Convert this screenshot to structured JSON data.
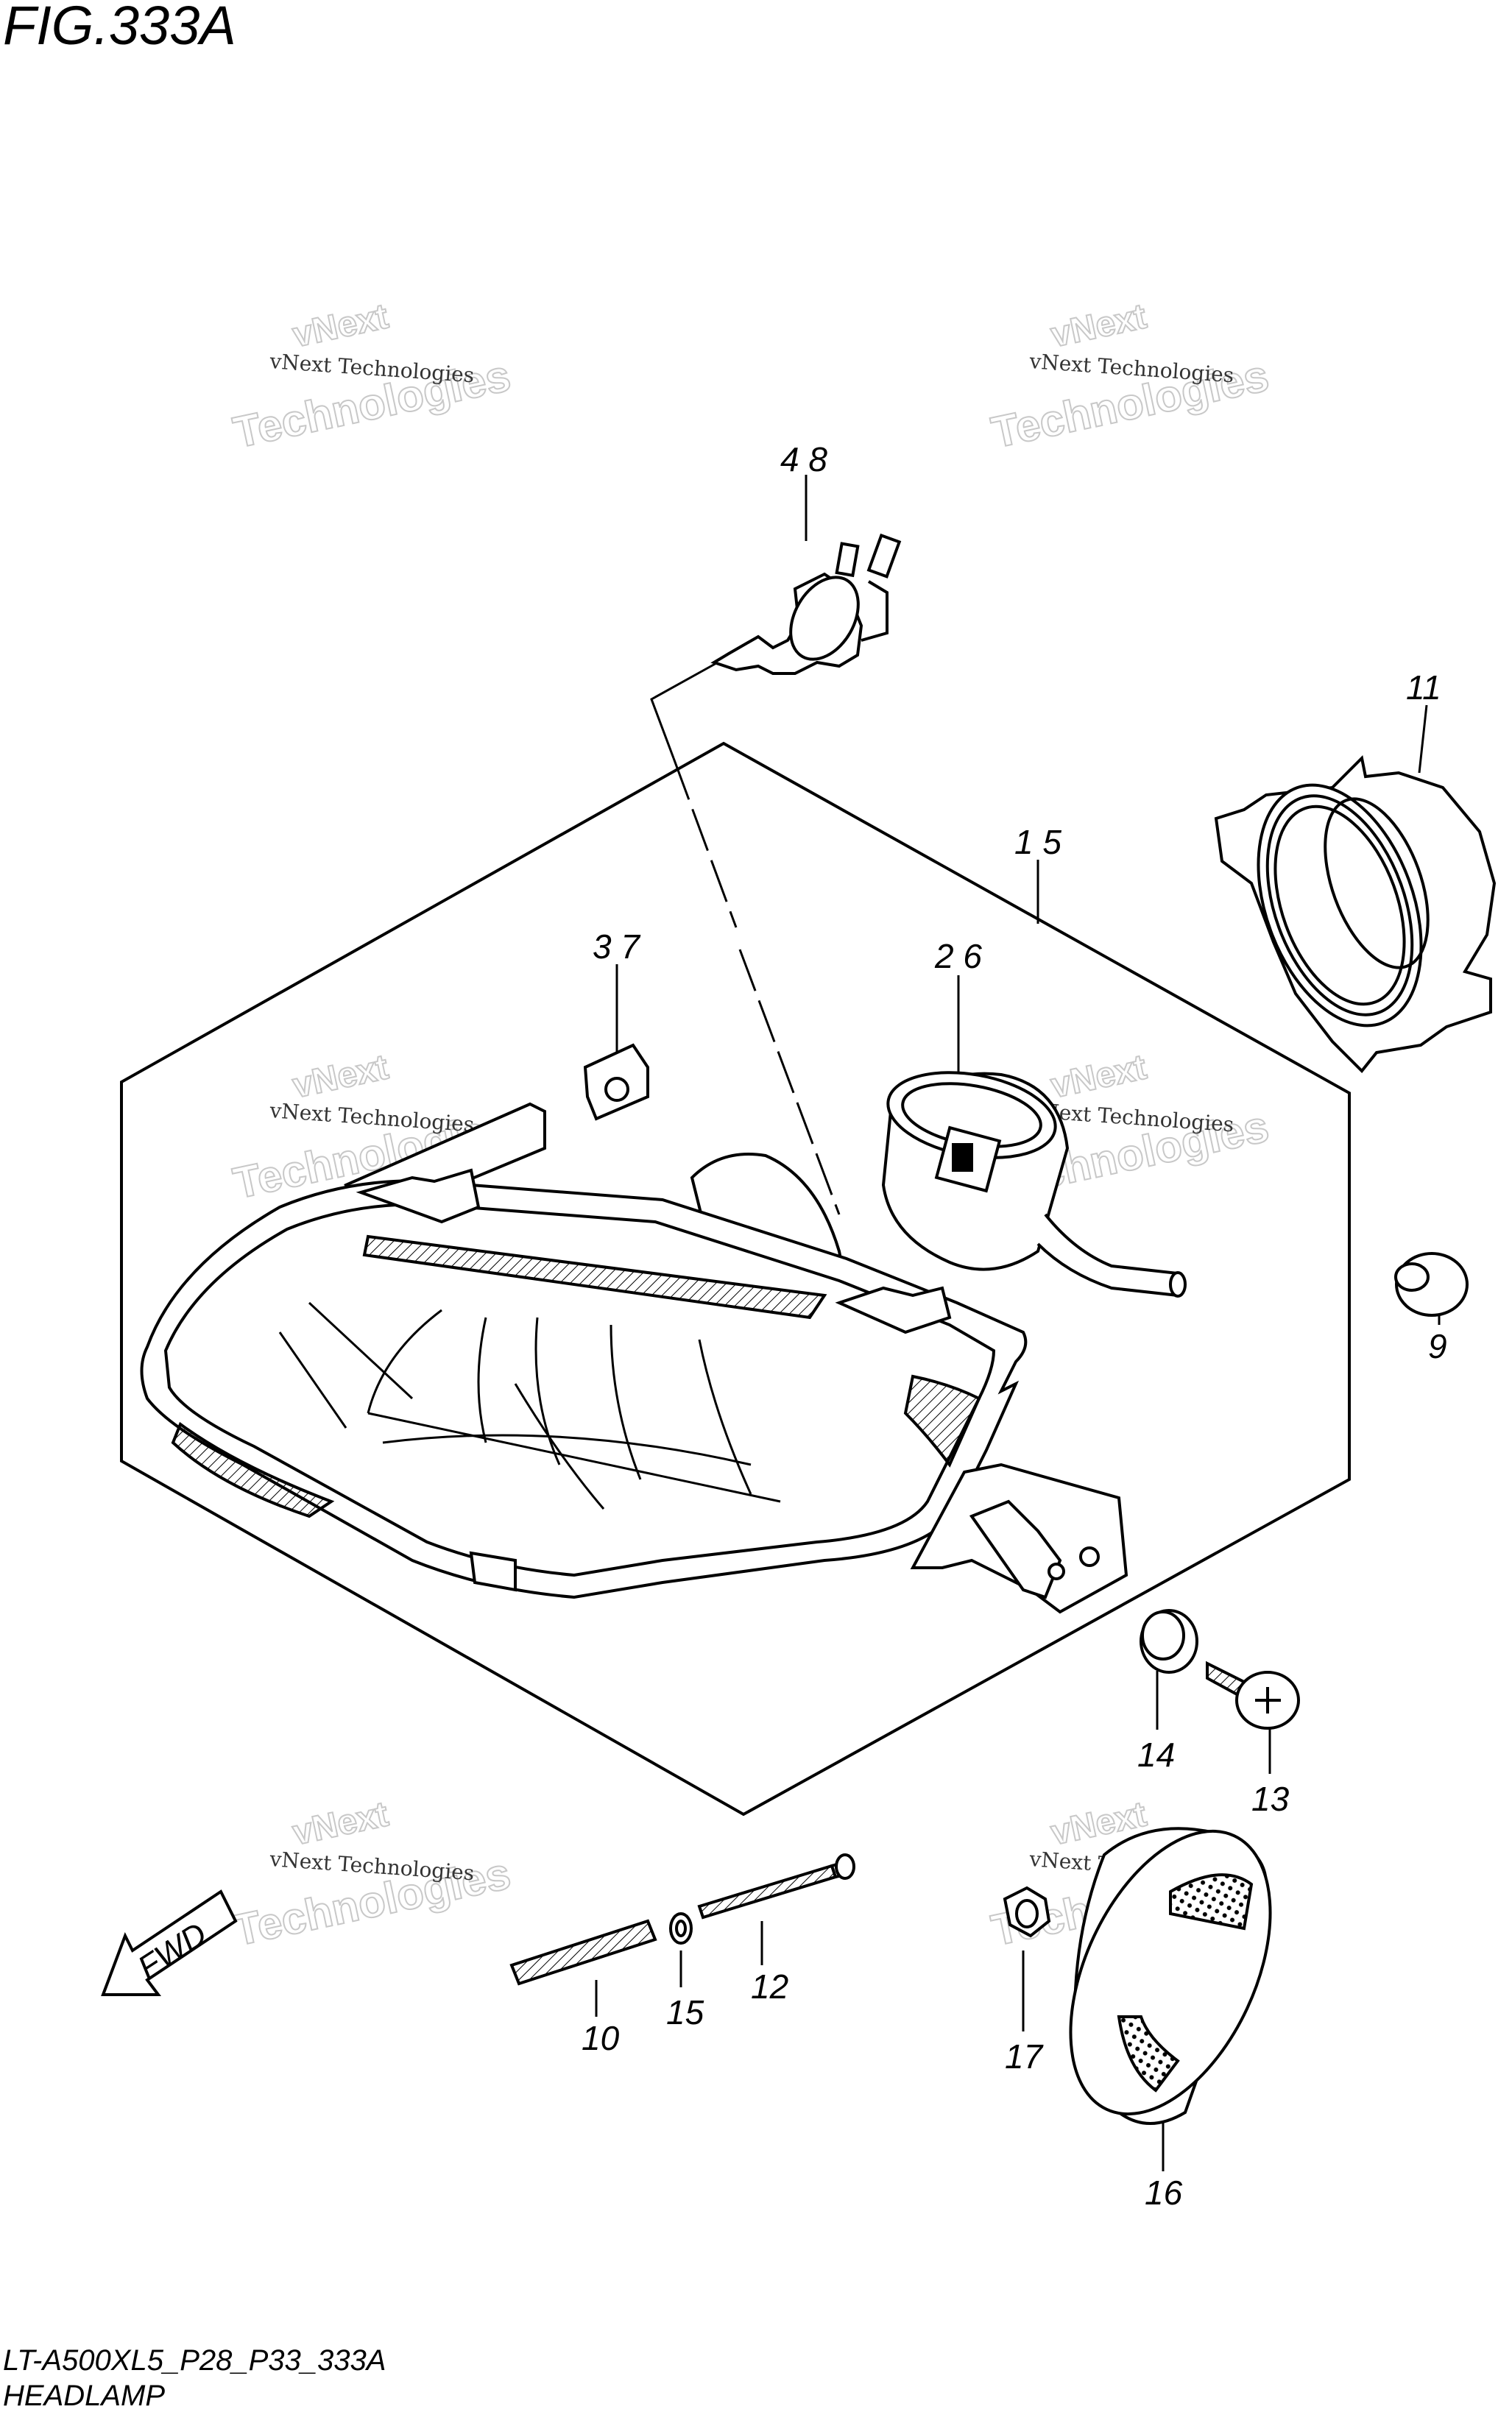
{
  "header": {
    "title": "FIG.333A"
  },
  "footer": {
    "code": "LT-A500XL5_P28_P33_333A",
    "caption": "HEADLAMP"
  },
  "watermark": {
    "line1": "vNext Technologies",
    "line2": "vNext",
    "line3": "Technologies"
  },
  "fwd_arrow": {
    "label": "FWD"
  },
  "callouts": [
    {
      "id": "c48",
      "label": "4 8"
    },
    {
      "id": "c11",
      "label": "11"
    },
    {
      "id": "c15",
      "label": "1 5"
    },
    {
      "id": "c37",
      "label": "3 7"
    },
    {
      "id": "c26",
      "label": "2 6"
    },
    {
      "id": "c9",
      "label": "9"
    },
    {
      "id": "c14",
      "label": "14"
    },
    {
      "id": "c13",
      "label": "13"
    },
    {
      "id": "c10",
      "label": "10"
    },
    {
      "id": "c15b",
      "label": "15"
    },
    {
      "id": "c12",
      "label": "12"
    },
    {
      "id": "c17",
      "label": "17"
    },
    {
      "id": "c16",
      "label": "16"
    }
  ],
  "colors": {
    "ink": "#000000",
    "watermark": "#c8c8c8",
    "background": "#ffffff"
  }
}
